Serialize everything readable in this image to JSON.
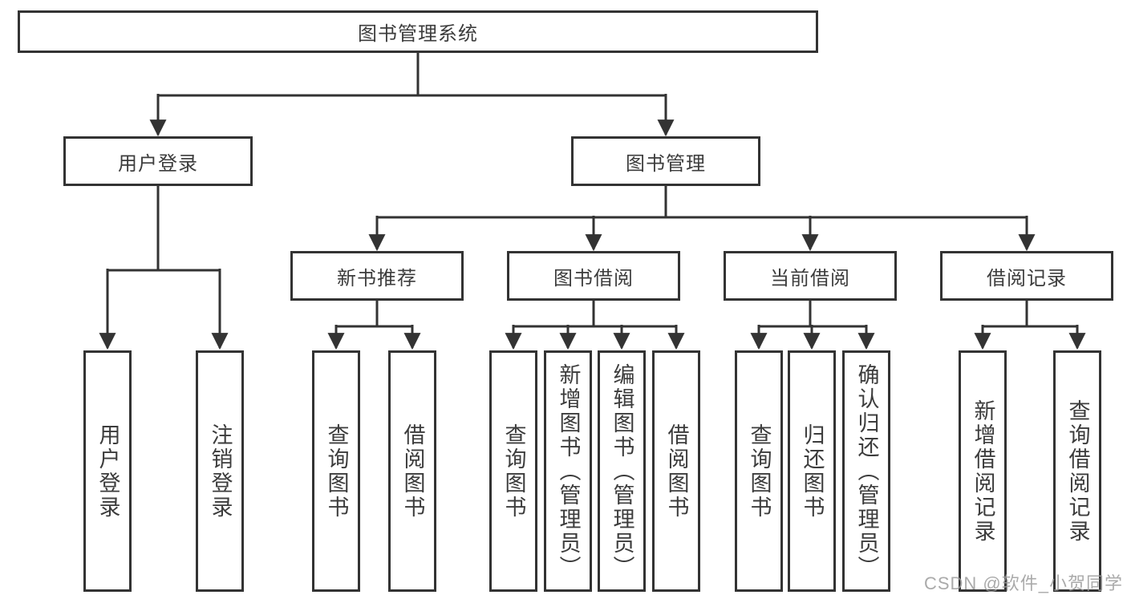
{
  "tree": {
    "root": {
      "label": "图书管理系统"
    },
    "branches": [
      {
        "label": "用户登录",
        "children": [
          {
            "label": "用户登录"
          },
          {
            "label": "注销登录"
          }
        ]
      },
      {
        "label": "图书管理",
        "children": [
          {
            "label": "新书推荐",
            "children": [
              {
                "label": "查询图书"
              },
              {
                "label": "借阅图书"
              }
            ]
          },
          {
            "label": "图书借阅",
            "children": [
              {
                "label": "查询图书"
              },
              {
                "label": "新增图书（管理员）"
              },
              {
                "label": "编辑图书（管理员）"
              },
              {
                "label": "借阅图书"
              }
            ]
          },
          {
            "label": "当前借阅",
            "children": [
              {
                "label": "查询图书"
              },
              {
                "label": "归还图书"
              },
              {
                "label": "确认归还（管理员）"
              }
            ]
          },
          {
            "label": "借阅记录",
            "children": [
              {
                "label": "新增借阅记录"
              },
              {
                "label": "查询借阅记录"
              }
            ]
          }
        ]
      }
    ]
  },
  "watermark": {
    "text": "CSDN @软件_小贺同学"
  },
  "colors": {
    "line": "#333333",
    "text": "#3c3c3c",
    "background": "#ffffff",
    "watermark": "#9c9c9c"
  }
}
